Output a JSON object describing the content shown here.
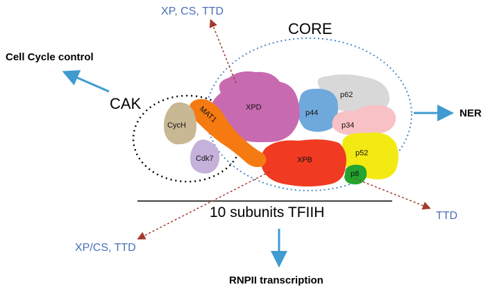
{
  "labels": {
    "core": "CORE",
    "cak": "CAK",
    "subtitle": "10 subunits TFIIH",
    "cell_cycle": "Cell Cycle control",
    "ner": "NER",
    "rnpii": "RNPII transcription",
    "xpd_disease": "XP, CS, TTD",
    "xpb_disease": "XP/CS, TTD",
    "p8_disease": "TTD"
  },
  "subunits": {
    "xpd": "XPD",
    "xpb": "XPB",
    "p62": "p62",
    "p44": "p44",
    "p34": "p34",
    "p52": "p52",
    "p8": "p8",
    "mat1": "MAT1",
    "cych": "CycH",
    "cdk7": "Cdk7"
  },
  "colors": {
    "xpd": "#c86ab0",
    "xpb": "#f03a22",
    "p62": "#d8d8d8",
    "p44": "#6fa9dc",
    "p34": "#f7c1c6",
    "p52": "#f3ea14",
    "p8": "#23a52f",
    "mat1": "#f57a12",
    "cych": "#c8b893",
    "cdk7": "#c5b1d9",
    "arrow_blue": "#3f9bd0",
    "arrow_red": "#a33a2f",
    "core_ring": "#4a86c5",
    "label_blue": "#4a6fb5"
  }
}
